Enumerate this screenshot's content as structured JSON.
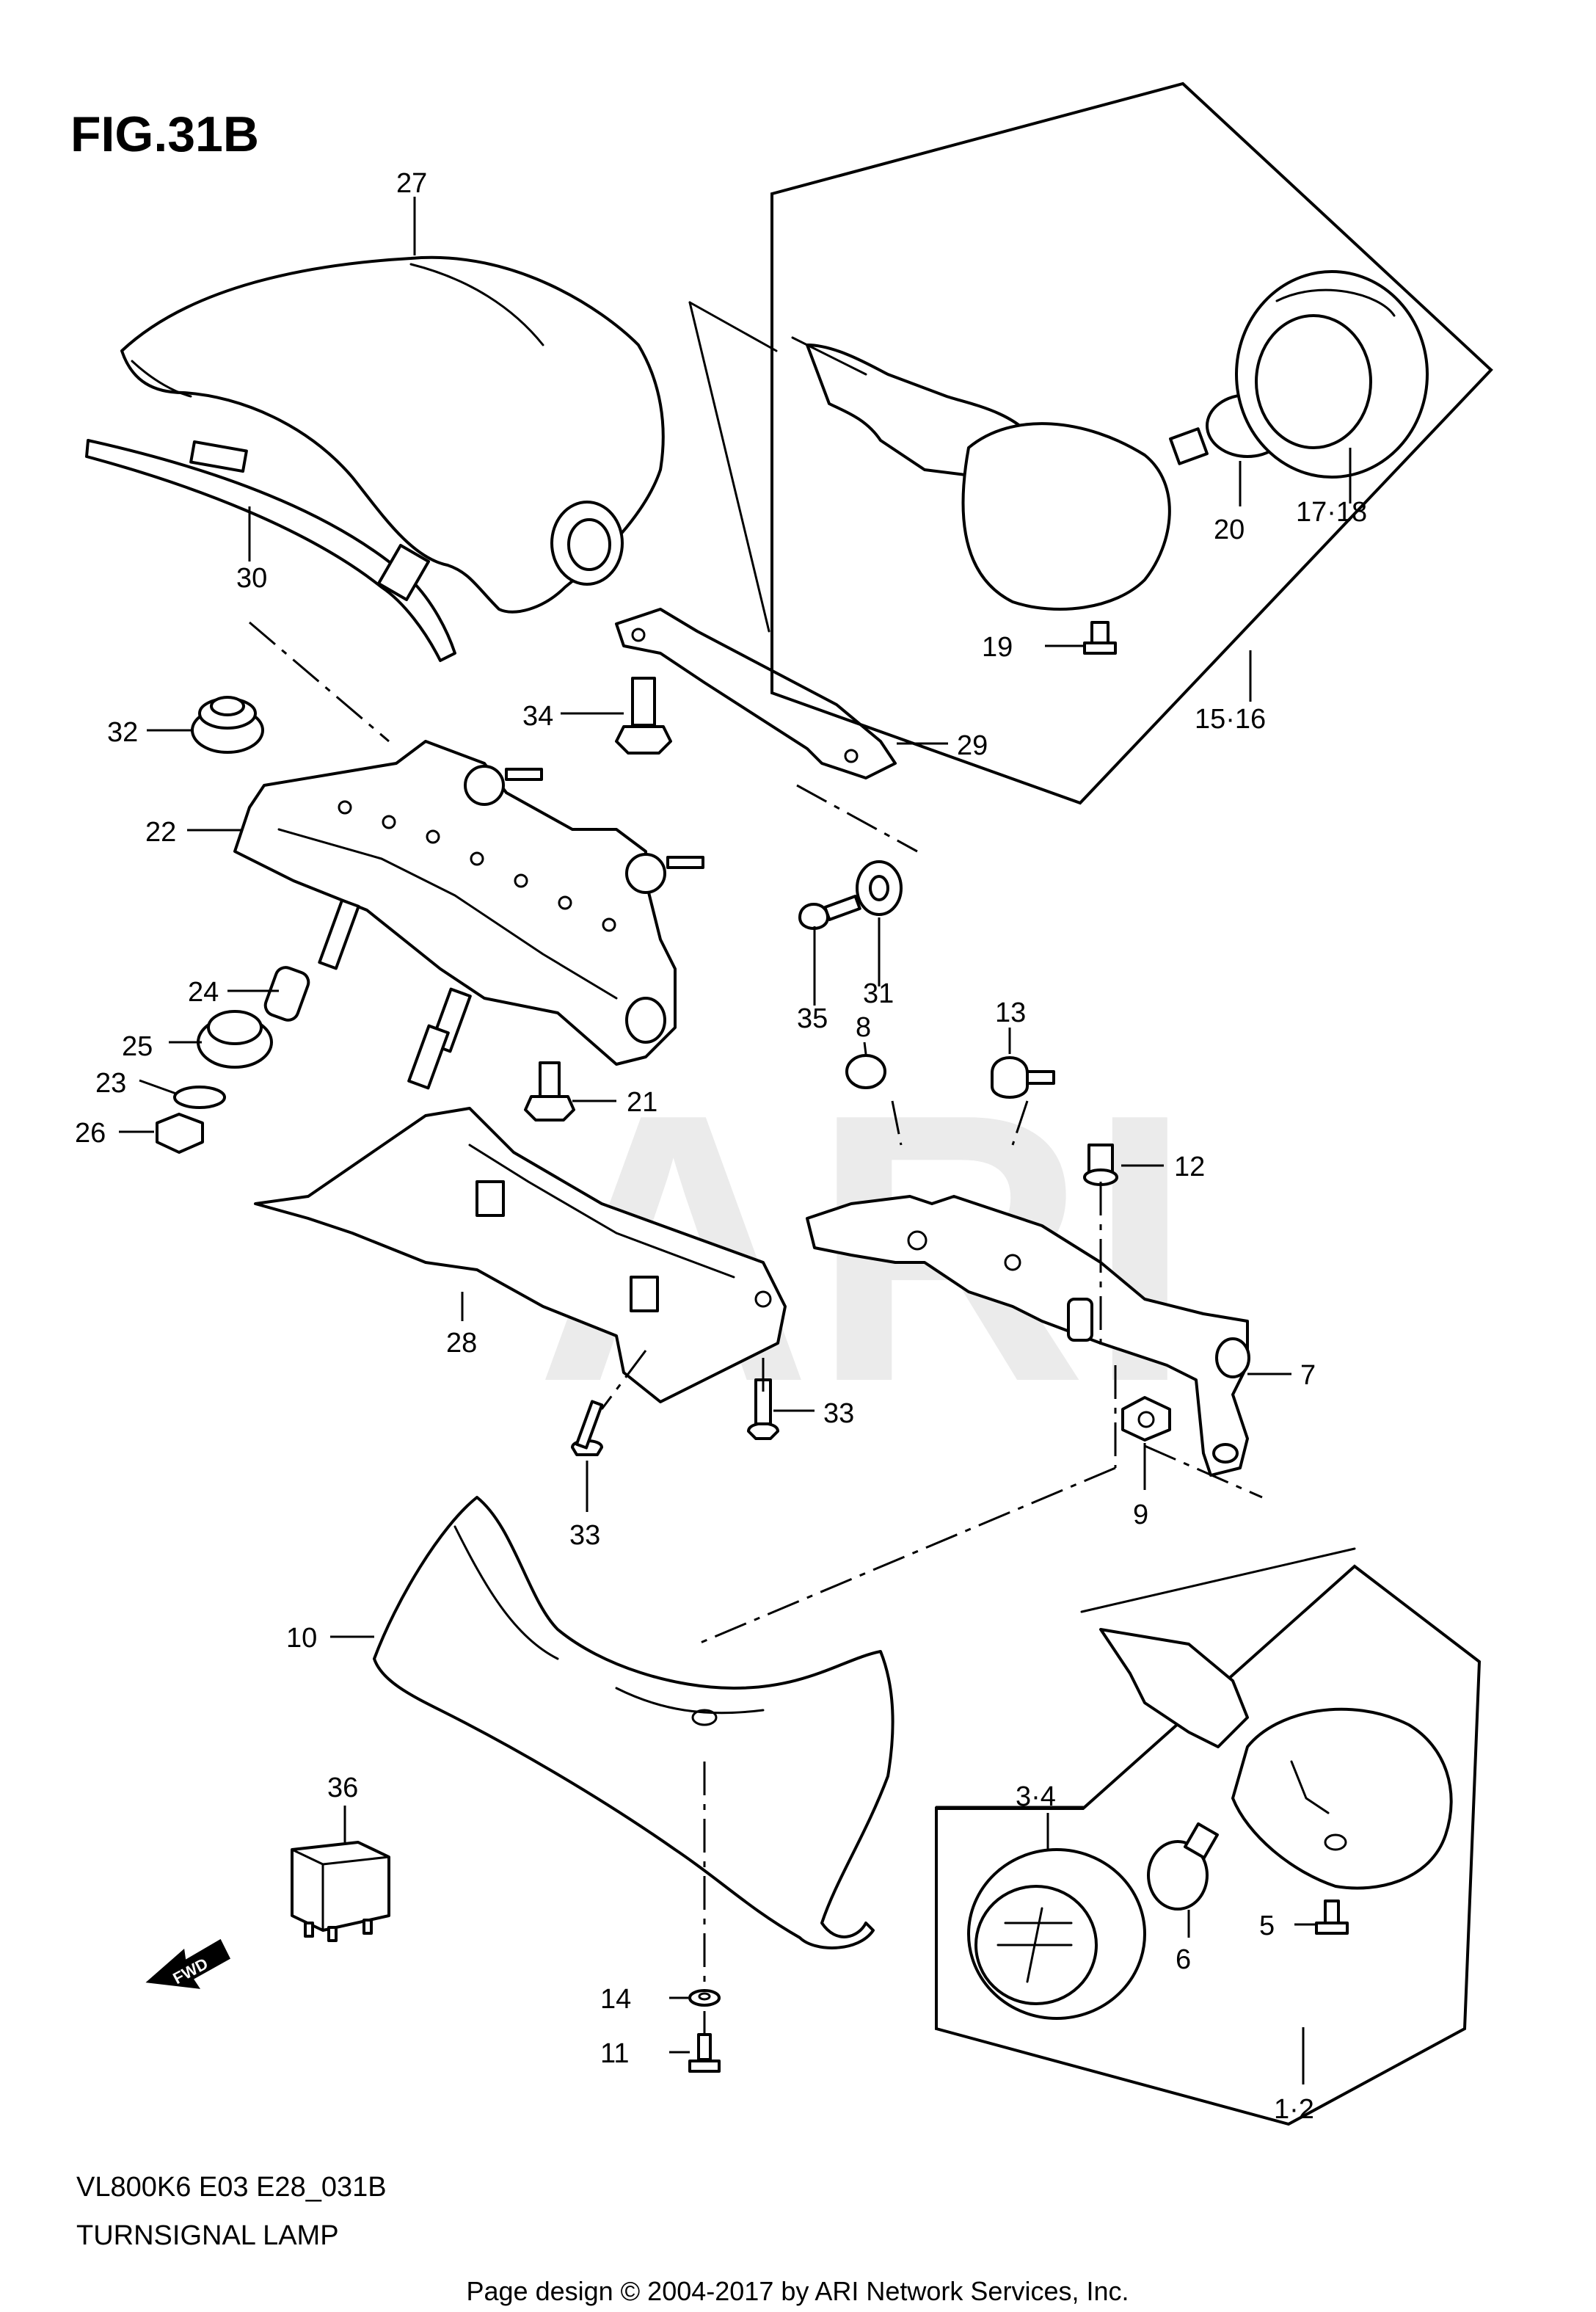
{
  "figure": {
    "title": "FIG.31B",
    "model_code": "VL800K6 E03 E28_031B",
    "section_name": "TURNSIGNAL LAMP",
    "watermark": "ARI",
    "fwd_label": "FWD"
  },
  "callouts": {
    "c1": "27",
    "c2": "30",
    "c3": "32",
    "c4": "22",
    "c5": "34",
    "c6": "29",
    "c7": "19",
    "c8": "15·16",
    "c9": "20",
    "c10": "17·18",
    "c11": "35",
    "c12": "31",
    "c13": "24",
    "c14": "25",
    "c15": "23",
    "c16": "26",
    "c17": "21",
    "c18": "8",
    "c19": "13",
    "c20": "12",
    "c21": "28",
    "c22": "7",
    "c23": "9",
    "c24": "33",
    "c25": "33",
    "c26": "10",
    "c27": "36",
    "c28": "3·4",
    "c29": "6",
    "c30": "5",
    "c31": "14",
    "c32": "11",
    "c33": "1·2"
  },
  "footer": {
    "text": "Page design © 2004-2017 by ARI Network Services, Inc."
  }
}
